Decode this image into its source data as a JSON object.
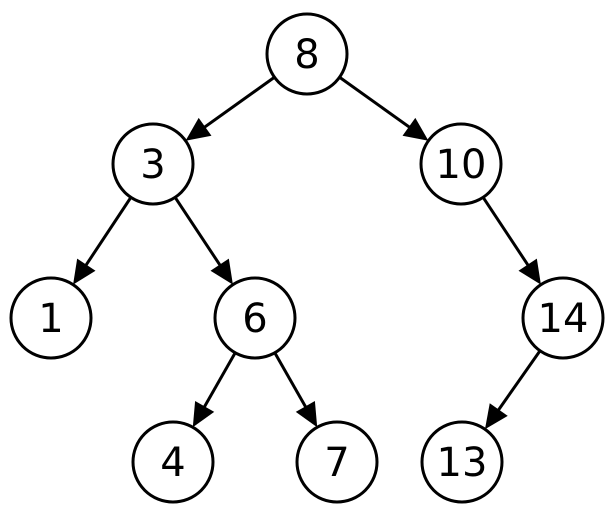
{
  "diagram": {
    "type": "binary-search-tree",
    "colors": {
      "stroke": "#000000",
      "fill": "#ffffff",
      "text": "#000000"
    },
    "nodes": [
      {
        "id": "n8",
        "label": "8"
      },
      {
        "id": "n3",
        "label": "3"
      },
      {
        "id": "n10",
        "label": "10"
      },
      {
        "id": "n1",
        "label": "1"
      },
      {
        "id": "n6",
        "label": "6"
      },
      {
        "id": "n14",
        "label": "14"
      },
      {
        "id": "n4",
        "label": "4"
      },
      {
        "id": "n7",
        "label": "7"
      },
      {
        "id": "n13",
        "label": "13"
      }
    ],
    "edges": [
      {
        "from": "n8",
        "to": "n3"
      },
      {
        "from": "n8",
        "to": "n10"
      },
      {
        "from": "n3",
        "to": "n1"
      },
      {
        "from": "n3",
        "to": "n6"
      },
      {
        "from": "n10",
        "to": "n14"
      },
      {
        "from": "n6",
        "to": "n4"
      },
      {
        "from": "n6",
        "to": "n7"
      },
      {
        "from": "n14",
        "to": "n13"
      }
    ]
  }
}
